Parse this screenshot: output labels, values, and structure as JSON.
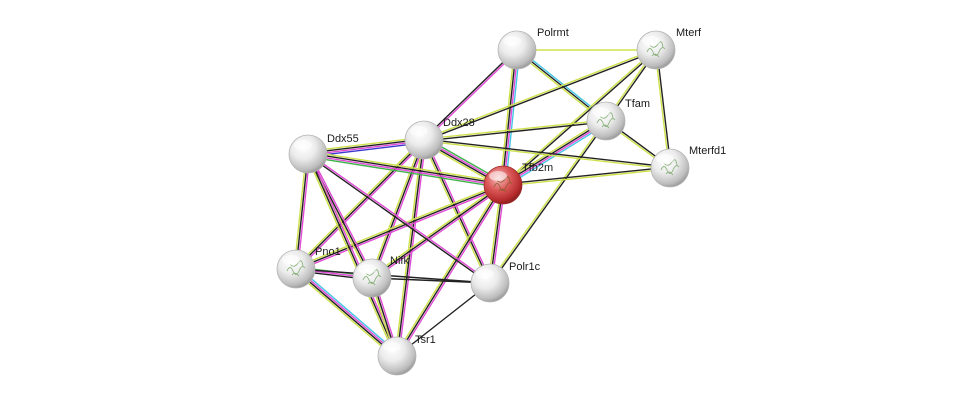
{
  "colors": {
    "background": "#ffffff",
    "query_node": "#d9464a",
    "neighbor_node": "#e6e6e6",
    "evidence_black": "#222222",
    "evidence_magenta": "#e14bd6",
    "evidence_yellow": "#cfe24c",
    "evidence_cyan": "#45c6e6",
    "evidence_green": "#3fb34b",
    "evidence_blue": "#3a3ad0"
  },
  "nodes": [
    {
      "id": "Polrmt",
      "label": "Polrmt",
      "type": "neighbor",
      "structure_icon": "none"
    },
    {
      "id": "Mterf",
      "label": "Mterf",
      "type": "neighbor",
      "structure_icon": "protein-structure-icon"
    },
    {
      "id": "Tfam",
      "label": "Tfam",
      "type": "neighbor",
      "structure_icon": "protein-structure-icon"
    },
    {
      "id": "Ddx28",
      "label": "Ddx28",
      "type": "neighbor",
      "structure_icon": "none"
    },
    {
      "id": "Ddx55",
      "label": "Ddx55",
      "type": "neighbor",
      "structure_icon": "none"
    },
    {
      "id": "Tfb2m",
      "label": "Tfb2m",
      "type": "query",
      "structure_icon": "protein-structure-icon"
    },
    {
      "id": "Mterfd1",
      "label": "Mterfd1",
      "type": "neighbor",
      "structure_icon": "protein-structure-icon"
    },
    {
      "id": "Pno1",
      "label": "Pno1",
      "type": "neighbor",
      "structure_icon": "protein-structure-icon"
    },
    {
      "id": "Nifk",
      "label": "Nifk",
      "type": "neighbor",
      "structure_icon": "protein-structure-icon"
    },
    {
      "id": "Polr1c",
      "label": "Polr1c",
      "type": "neighbor",
      "structure_icon": "none"
    },
    {
      "id": "Tsr1",
      "label": "Tsr1",
      "type": "neighbor",
      "structure_icon": "none"
    }
  ],
  "edges": [
    {
      "source": "Polrmt",
      "target": "Mterf",
      "evidence": [
        "yellow"
      ]
    },
    {
      "source": "Polrmt",
      "target": "Tfam",
      "evidence": [
        "cyan",
        "black",
        "yellow"
      ]
    },
    {
      "source": "Polrmt",
      "target": "Tfb2m",
      "evidence": [
        "cyan",
        "magenta",
        "black",
        "yellow"
      ]
    },
    {
      "source": "Polrmt",
      "target": "Ddx28",
      "evidence": [
        "magenta",
        "black"
      ]
    },
    {
      "source": "Mterf",
      "target": "Tfam",
      "evidence": [
        "black",
        "yellow"
      ]
    },
    {
      "source": "Mterf",
      "target": "Mterfd1",
      "evidence": [
        "black",
        "yellow"
      ]
    },
    {
      "source": "Mterf",
      "target": "Tfb2m",
      "evidence": [
        "black",
        "yellow"
      ]
    },
    {
      "source": "Mterf",
      "target": "Ddx28",
      "evidence": [
        "black",
        "yellow"
      ]
    },
    {
      "source": "Tfam",
      "target": "Mterfd1",
      "evidence": [
        "black",
        "yellow"
      ]
    },
    {
      "source": "Tfam",
      "target": "Tfb2m",
      "evidence": [
        "cyan",
        "magenta",
        "black",
        "yellow"
      ]
    },
    {
      "source": "Tfam",
      "target": "Polr1c",
      "evidence": [
        "black",
        "yellow"
      ]
    },
    {
      "source": "Tfam",
      "target": "Ddx28",
      "evidence": [
        "black",
        "yellow"
      ]
    },
    {
      "source": "Ddx28",
      "target": "Tfb2m",
      "evidence": [
        "green",
        "magenta",
        "black",
        "yellow"
      ]
    },
    {
      "source": "Ddx28",
      "target": "Mterfd1",
      "evidence": [
        "black",
        "yellow"
      ]
    },
    {
      "source": "Ddx28",
      "target": "Ddx55",
      "evidence": [
        "blue",
        "magenta",
        "black",
        "yellow"
      ]
    },
    {
      "source": "Ddx28",
      "target": "Pno1",
      "evidence": [
        "magenta",
        "black",
        "yellow"
      ]
    },
    {
      "source": "Ddx28",
      "target": "Nifk",
      "evidence": [
        "magenta",
        "black",
        "yellow"
      ]
    },
    {
      "source": "Ddx28",
      "target": "Polr1c",
      "evidence": [
        "magenta",
        "black",
        "yellow"
      ]
    },
    {
      "source": "Ddx28",
      "target": "Tsr1",
      "evidence": [
        "magenta",
        "black",
        "yellow"
      ]
    },
    {
      "source": "Tfb2m",
      "target": "Mterfd1",
      "evidence": [
        "black",
        "yellow"
      ]
    },
    {
      "source": "Tfb2m",
      "target": "Ddx55",
      "evidence": [
        "green",
        "magenta",
        "black",
        "yellow"
      ]
    },
    {
      "source": "Tfb2m",
      "target": "Pno1",
      "evidence": [
        "magenta",
        "black",
        "yellow"
      ]
    },
    {
      "source": "Tfb2m",
      "target": "Nifk",
      "evidence": [
        "magenta",
        "black",
        "yellow"
      ]
    },
    {
      "source": "Tfb2m",
      "target": "Polr1c",
      "evidence": [
        "magenta",
        "black",
        "yellow"
      ]
    },
    {
      "source": "Tfb2m",
      "target": "Tsr1",
      "evidence": [
        "magenta",
        "black",
        "yellow"
      ]
    },
    {
      "source": "Ddx55",
      "target": "Pno1",
      "evidence": [
        "magenta",
        "black",
        "yellow"
      ]
    },
    {
      "source": "Ddx55",
      "target": "Nifk",
      "evidence": [
        "magenta",
        "black",
        "yellow"
      ]
    },
    {
      "source": "Ddx55",
      "target": "Polr1c",
      "evidence": [
        "magenta",
        "black"
      ]
    },
    {
      "source": "Ddx55",
      "target": "Tsr1",
      "evidence": [
        "magenta",
        "black",
        "yellow"
      ]
    },
    {
      "source": "Pno1",
      "target": "Nifk",
      "evidence": [
        "green",
        "magenta",
        "black"
      ]
    },
    {
      "source": "Pno1",
      "target": "Tsr1",
      "evidence": [
        "cyan",
        "magenta",
        "black",
        "yellow"
      ]
    },
    {
      "source": "Pno1",
      "target": "Polr1c",
      "evidence": [
        "black"
      ]
    },
    {
      "source": "Nifk",
      "target": "Tsr1",
      "evidence": [
        "magenta",
        "black",
        "yellow"
      ]
    },
    {
      "source": "Nifk",
      "target": "Polr1c",
      "evidence": [
        "black"
      ]
    },
    {
      "source": "Polr1c",
      "target": "Tsr1",
      "evidence": [
        "black"
      ]
    }
  ]
}
